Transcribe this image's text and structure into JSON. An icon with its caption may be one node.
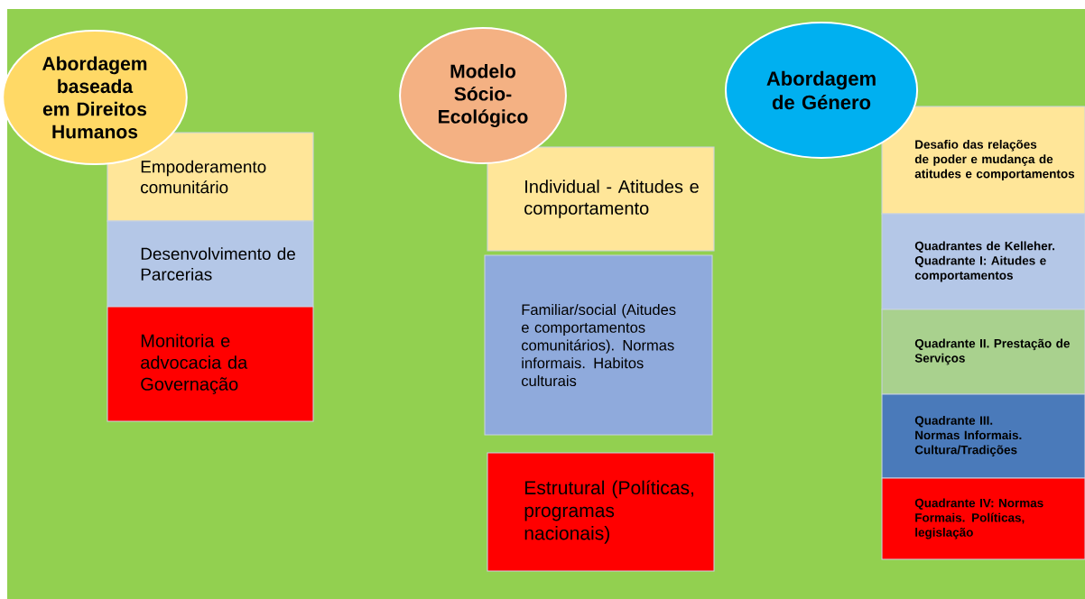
{
  "diagram": {
    "nodes": [
      {
        "text": [
          "Abordagem baseada em Direitos Humanos"
        ]
      },
      {
        "text": [
          "Empoderamento comunitário"
        ]
      },
      {
        "text": [
          "Desenvolvimento de Parcerias"
        ]
      },
      {
        "text": [
          "Monitoria e advocacia da Governação"
        ]
      },
      {
        "text": [
          "Modelo Sócio-Ecológico"
        ]
      },
      {
        "text": [
          "Individual - Atitudes e comportamento"
        ]
      },
      {
        "text": [
          "Familiar/social (Aitudes e comportamentos comunitários). Normas informais. Habitos culturais"
        ]
      },
      {
        "text": [
          "Estrutural (Políticas, programas nacionais)"
        ]
      },
      {
        "text": [
          "Abordagem de Género"
        ]
      },
      {
        "text": [
          "Desafio das relações de poder e mudança de atitudes e comportamentos"
        ]
      },
      {
        "text": [
          "Quadrantes de Kelleher. Quadrante I: Aitudes e comportamentos"
        ]
      },
      {
        "text": [
          "Quadrante II. Prestação de Serviços"
        ]
      },
      {
        "text": [
          "Quadrante III. Normas Informais. Cultura/Tradições"
        ]
      },
      {
        "text": [
          "Quadrante IV: Normas Formais. Políticas, legislação"
        ]
      }
    ]
  }
}
